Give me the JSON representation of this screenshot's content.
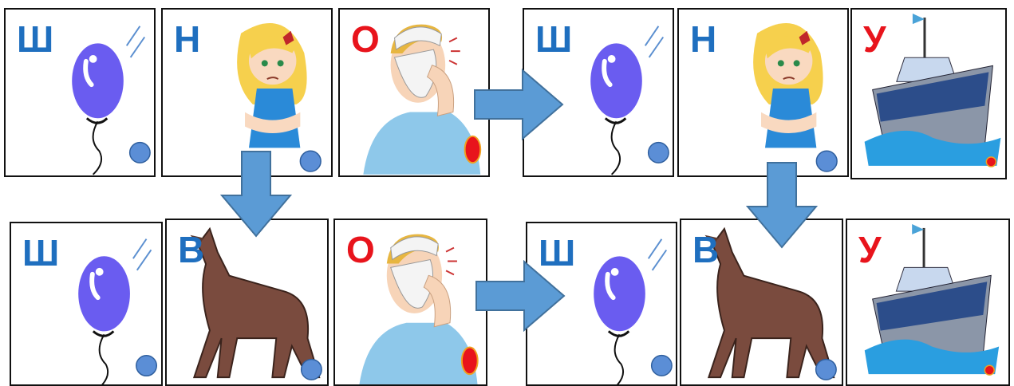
{
  "colors": {
    "consonant_hard": "#1f6fbf",
    "vowel": "#e8141c",
    "card_border": "#111111",
    "arrow_fill": "#5b9bd5",
    "arrow_stroke": "#41719c"
  },
  "rows": [
    {
      "cards": [
        {
          "letter": "Ш",
          "picture": "balloon-icon",
          "marker": "blue-circle"
        },
        {
          "letter": "Н",
          "picture": "girl-icon",
          "marker": "blue-circle"
        },
        {
          "letter": "О",
          "picture": "toothache-man-icon",
          "marker": "red-oval"
        },
        {
          "letter": "Ш",
          "picture": "balloon-icon",
          "marker": "blue-circle"
        },
        {
          "letter": "Н",
          "picture": "girl-icon",
          "marker": "blue-circle"
        },
        {
          "letter": "У",
          "picture": "ship-icon",
          "marker": "red-dot"
        }
      ]
    },
    {
      "cards": [
        {
          "letter": "Ш",
          "picture": "balloon-icon",
          "marker": "blue-circle"
        },
        {
          "letter": "В",
          "picture": "wolf-icon",
          "marker": "blue-circle"
        },
        {
          "letter": "О",
          "picture": "toothache-man-icon",
          "marker": "red-oval"
        },
        {
          "letter": "Ш",
          "picture": "balloon-icon",
          "marker": "blue-circle"
        },
        {
          "letter": "В",
          "picture": "wolf-icon",
          "marker": "blue-circle"
        },
        {
          "letter": "У",
          "picture": "ship-icon",
          "marker": "red-dot"
        }
      ]
    }
  ],
  "arrows": [
    "arrow-right",
    "arrow-down",
    "arrow-right",
    "arrow-down"
  ]
}
